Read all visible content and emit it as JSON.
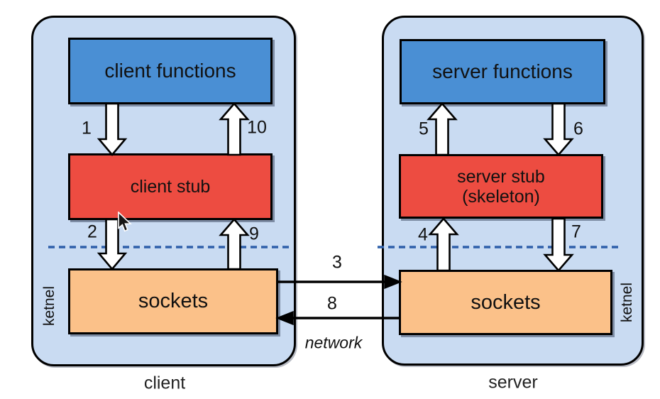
{
  "client_panel": {
    "label": "client",
    "kernel_label": "ketnel",
    "functions_box": "client functions",
    "stub_box": "client stub",
    "sockets_box": "sockets",
    "step_1": "1",
    "step_2": "2",
    "step_9": "9",
    "step_10": "10"
  },
  "server_panel": {
    "label": "server",
    "kernel_label": "ketnel",
    "functions_box": "server functions",
    "stub_box_line1": "server stub",
    "stub_box_line2": "(skeleton)",
    "sockets_box": "sockets",
    "step_4": "4",
    "step_5": "5",
    "step_6": "6",
    "step_7": "7"
  },
  "network": {
    "label": "network",
    "step_3": "3",
    "step_8": "8"
  },
  "colors": {
    "panel_bg": "#c9dbf2",
    "functions_box_bg": "#4a8fd4",
    "stub_box_bg": "#ed4c41",
    "sockets_box_bg": "#fbc189",
    "dashed_line": "#2f60aa",
    "arrow_outline": "#000000"
  }
}
